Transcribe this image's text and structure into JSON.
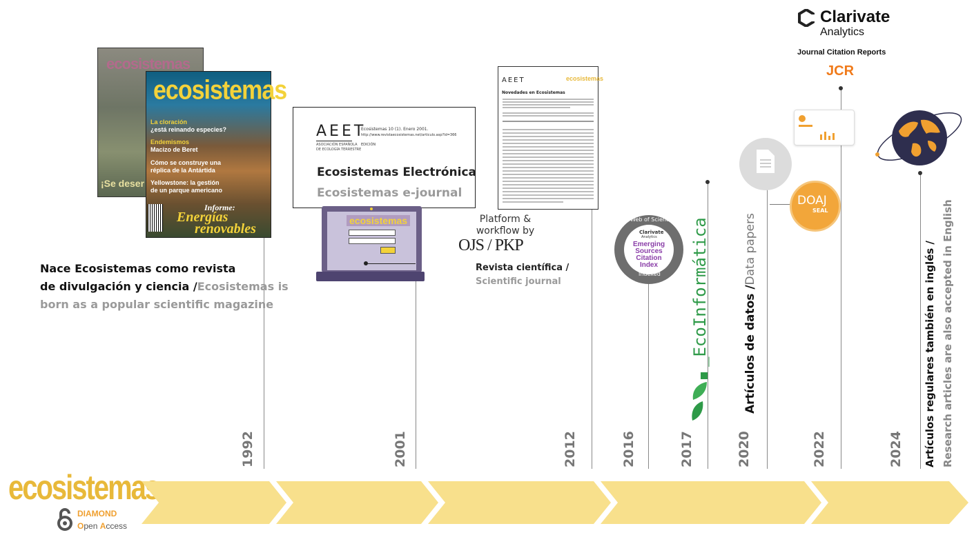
{
  "brand": {
    "logo_text": "ecosistemas",
    "diamond": "DIAMOND",
    "oa_open": "O",
    "oa_pen": "pen ",
    "oa_access_a": "A",
    "oa_access_rest": "ccess",
    "colors": {
      "gold": "#e8b93a",
      "orange": "#f0a030",
      "arrow": "#f8e08c"
    }
  },
  "milestones": [
    {
      "year": "1992"
    },
    {
      "year": "2001"
    },
    {
      "year": "2012"
    },
    {
      "year": "2016"
    },
    {
      "year": "2017"
    },
    {
      "year": "2020"
    },
    {
      "year": "2022"
    },
    {
      "year": "2024"
    }
  ],
  "m1992": {
    "text_es_1": "Nace Ecosistemas como revista",
    "text_es_2": "de divulgación y ciencia /",
    "text_en_1": "Ecosistemas is",
    "text_en_2": "born as a popular scientific magazine",
    "cover_back_title": "ecosistemas",
    "cover_back_bottom": "¡Se deser",
    "cover_front_title": "ecosistemas",
    "cover_line1": "La cloración",
    "cover_line2": "¿está reinando especies?",
    "cover_line3": "Endemismos",
    "cover_line4": "Macizo de Beret",
    "cover_line5": "Cómo se construye una",
    "cover_line6": "réplica de la Antártida",
    "cover_line7": "Yellowstone: la gestión",
    "cover_line8": "de un parque americano",
    "cover_informe": "Informe:",
    "cover_energias": "Energías",
    "cover_renovables": "renovables"
  },
  "m2001": {
    "aeet_logo": "AEET",
    "aeet_sub1": "ASOCIACIÓN ESPAÑOLA",
    "aeet_sub2": "DE ECOLOGÍA TERRESTRE",
    "issue": "Ecosistemas 10 (1). Enero 2001.",
    "url": "http://www.revistaecosistemas.net/articulo.asp?Id=366",
    "edicion": "EDICIÓN",
    "title_es": "Ecosistemas Electrónica",
    "title_en": "Ecosistemas e-journal",
    "laptop_logo": "ecosistemas"
  },
  "m2012": {
    "platform_1": "Platform &",
    "platform_2": "workflow by",
    "ojs": "OJS / PKP",
    "rev_es": "Revista científica /",
    "rev_en": "Scientific journal",
    "paper_aeet": "AEET",
    "paper_logo": "ecosistemas",
    "paper_heading": "Novedades en Ecosistemas"
  },
  "m2016": {
    "wos_top": "Web of Science",
    "wos_clarivate": "Clarivate",
    "wos_analytics": "Analytics",
    "wos_line1": "Emerging",
    "wos_line2": "Sources",
    "wos_line3": "Citation",
    "wos_line4": "Index",
    "wos_bottom": "Indexed"
  },
  "m2017": {
    "ecoinformatica": "_EcoInformática"
  },
  "m2020": {
    "text_es": "Artículos de datos /",
    "text_en": "Data papers",
    "doaj": "DOAJ",
    "seal": "SEAL"
  },
  "m2022": {
    "clarivate": "Clarivate",
    "analytics": "Analytics",
    "jcr_full": "Journal Citation Reports",
    "jcr": "JCR"
  },
  "m2024": {
    "text_es": "Artículos regulares también en inglés /",
    "text_en": "Research articles are also accepted in English"
  }
}
